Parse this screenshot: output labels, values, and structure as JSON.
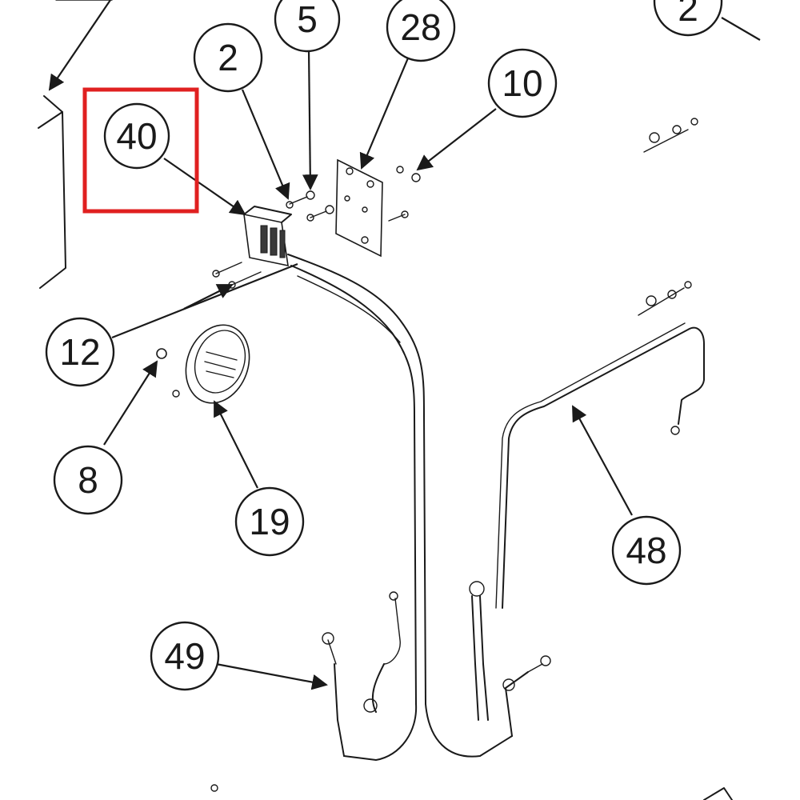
{
  "diagram": {
    "highlight_color": "#e02020",
    "callouts": [
      {
        "id": "40",
        "label": "40"
      },
      {
        "id": "2a",
        "label": "2"
      },
      {
        "id": "5",
        "label": "5"
      },
      {
        "id": "28",
        "label": "28"
      },
      {
        "id": "2b",
        "label": "2"
      },
      {
        "id": "10",
        "label": "10"
      },
      {
        "id": "12",
        "label": "12"
      },
      {
        "id": "8",
        "label": "8"
      },
      {
        "id": "19",
        "label": "19"
      },
      {
        "id": "48",
        "label": "48"
      },
      {
        "id": "49",
        "label": "49"
      }
    ]
  }
}
